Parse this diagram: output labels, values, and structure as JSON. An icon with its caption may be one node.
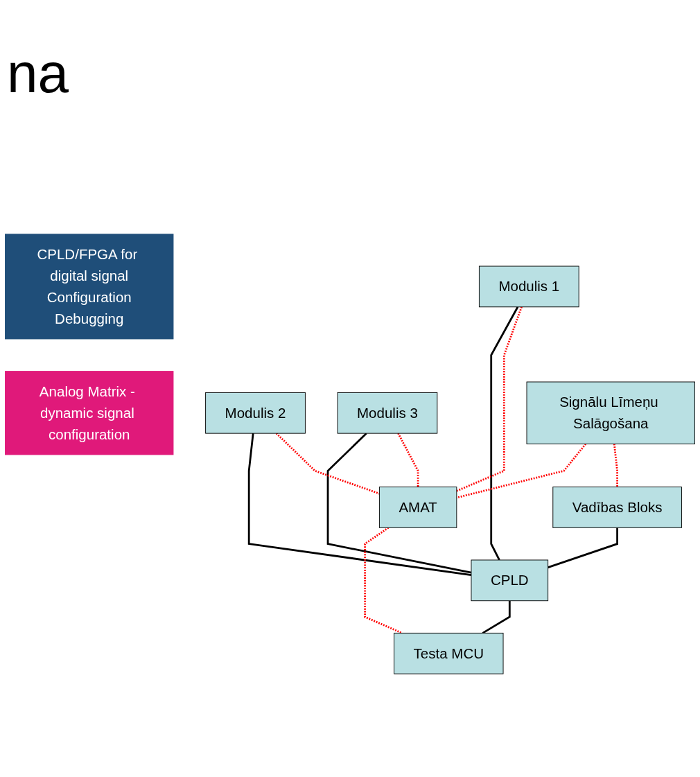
{
  "diagram": {
    "nodes": [
      {
        "text": [
          "CPLD/FPGA for digital signal",
          "Configuration",
          "Debugging"
        ]
      },
      {
        "text": [
          "Analog Matrix - dynamic signal configuration"
        ]
      },
      {
        "text": [
          "Modulis 1"
        ]
      },
      {
        "text": [
          "Modulis 2"
        ]
      },
      {
        "text": [
          "Modulis 3"
        ]
      },
      {
        "text": [
          "Signālu Līmeņu Salāgošana"
        ]
      },
      {
        "text": [
          "AMAT"
        ]
      },
      {
        "text": [
          "Testa MCU"
        ]
      },
      {
        "text": [
          "Vadības Bloks"
        ]
      },
      {
        "text": [
          "CPLD"
        ]
      }
    ],
    "edges": [
      {
        "from": 2,
        "to": 9,
        "arrow": "none",
        "color": "#000000"
      },
      {
        "from": 3,
        "to": 9,
        "arrow": "none",
        "color": "#000000"
      },
      {
        "from": 4,
        "to": 9,
        "arrow": "none",
        "color": "#000000"
      },
      {
        "from": 2,
        "to": 6,
        "arrow": "none",
        "style": "dashed",
        "color": "#ff0000"
      },
      {
        "from": 3,
        "to": 6,
        "arrow": "none",
        "style": "dashed",
        "color": "#ff0000"
      },
      {
        "from": 4,
        "to": 6,
        "arrow": "none",
        "style": "dashed",
        "color": "#ff0000"
      },
      {
        "from": 5,
        "to": 6,
        "arrow": "none",
        "style": "dashed",
        "color": "#ff0000"
      },
      {
        "from": 6,
        "to": 7,
        "arrow": "none",
        "style": "dashed",
        "color": "#ff0000"
      },
      {
        "from": 5,
        "to": 8,
        "arrow": "none",
        "style": "dashed",
        "color": "#ff0000"
      },
      {
        "from": 8,
        "to": 9,
        "arrow": "none",
        "color": "#000000"
      },
      {
        "from": 9,
        "to": 7,
        "arrow": "none",
        "color": "#000000"
      }
    ],
    "labels": [
      "na"
    ]
  }
}
